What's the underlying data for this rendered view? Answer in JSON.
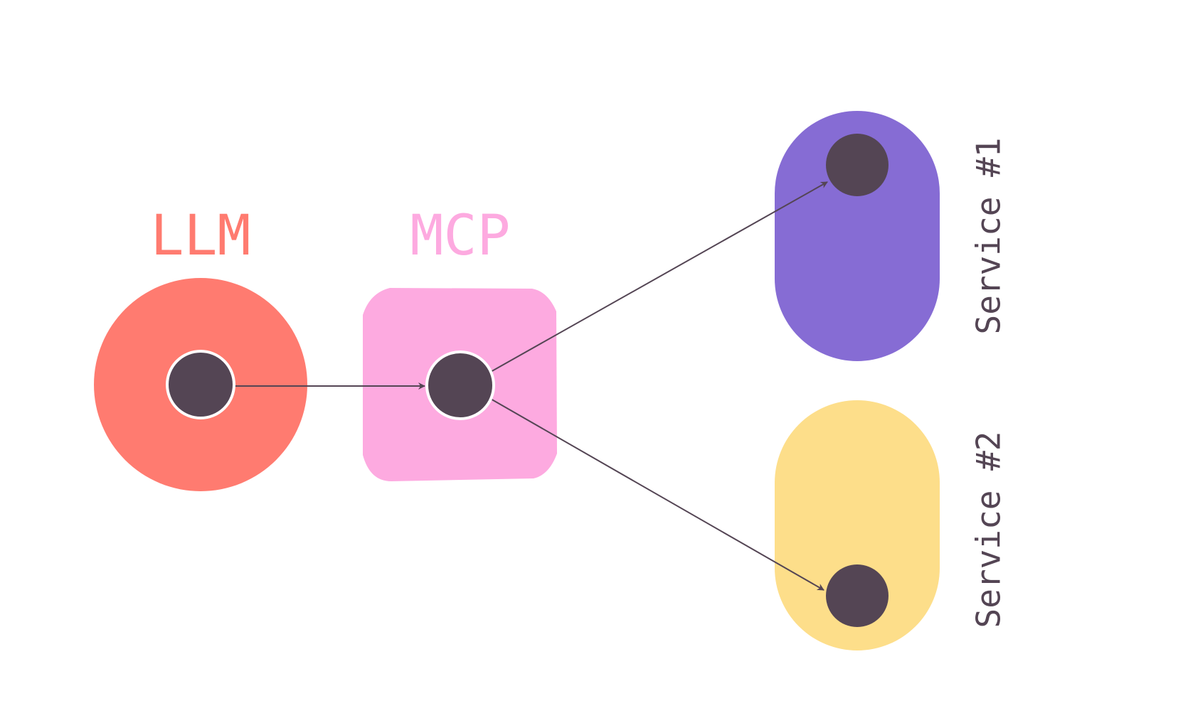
{
  "labels": {
    "llm": "LLM",
    "mcp": "MCP",
    "service1": "Service #1",
    "service2": "Service #2"
  },
  "colors": {
    "llm": "#FF7B70",
    "mcp": "#FDAAE0",
    "service1": "#866CD4",
    "service2": "#FDDE8A",
    "dot": "#544554",
    "dot_outline": "#FFFFFF",
    "text_dark": "#544554",
    "arrow": "#544554"
  },
  "icons": {
    "llm_dot": "circle",
    "mcp_dot": "circle",
    "service1_dot": "circle",
    "service2_dot": "circle"
  }
}
